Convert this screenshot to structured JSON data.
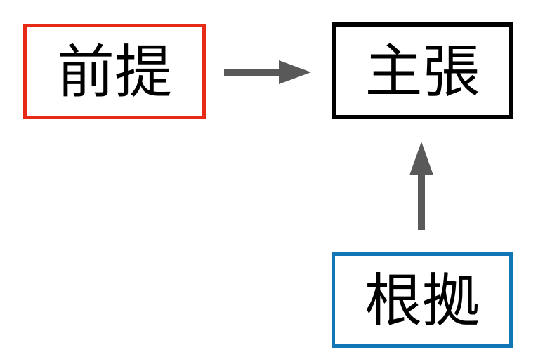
{
  "page": {
    "background_color": "#ffffff",
    "text_color": "#000000"
  },
  "diagram": {
    "nodes": {
      "premise": {
        "label": "前提",
        "border_color": "#e62a16"
      },
      "claim": {
        "label": "主張",
        "border_color": "#000000"
      },
      "evidence": {
        "label": "根拠",
        "border_color": "#1076b5"
      }
    },
    "arrows": {
      "premise_to_claim": {
        "from": "premise",
        "to": "claim",
        "direction": "right",
        "color": "#595959"
      },
      "evidence_to_claim": {
        "from": "evidence",
        "to": "claim",
        "direction": "up",
        "color": "#595959"
      }
    }
  }
}
